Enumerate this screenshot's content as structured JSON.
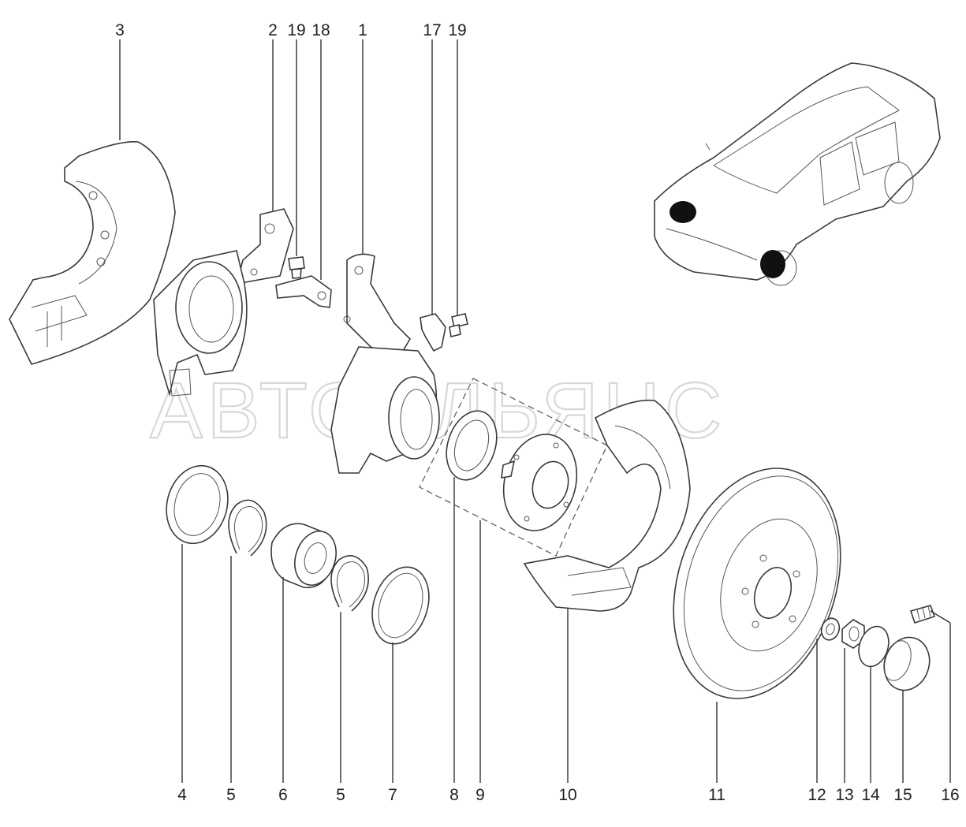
{
  "watermark": "АВТОАЛЬЯНС",
  "callouts_top": [
    "3",
    "2",
    "19",
    "18",
    "1",
    "17",
    "19"
  ],
  "callouts_bottom": [
    "4",
    "5",
    "6",
    "5",
    "7",
    "8",
    "9",
    "10",
    "11",
    "12",
    "13",
    "14",
    "15",
    "16"
  ],
  "colors": {
    "line": "#333333",
    "background": "#ffffff",
    "marker": "#111111"
  }
}
